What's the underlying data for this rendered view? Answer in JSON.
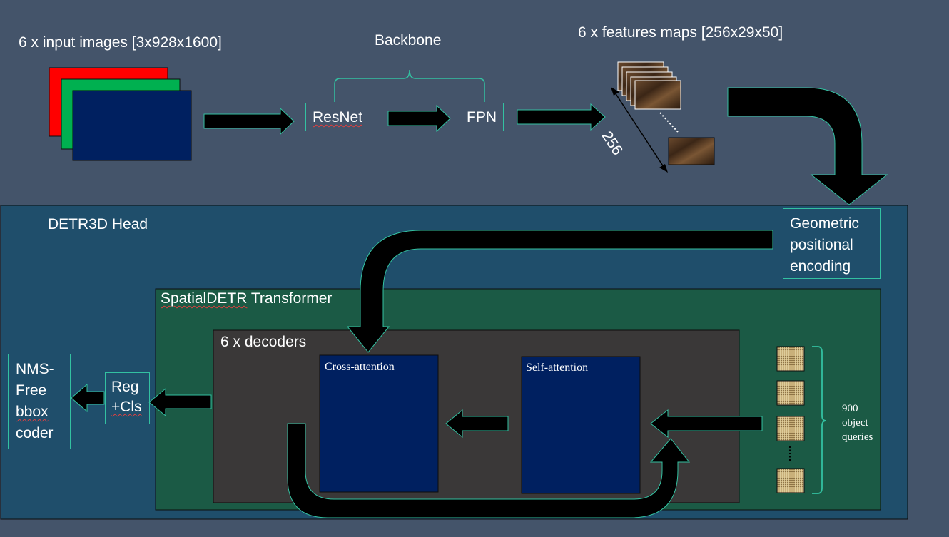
{
  "top": {
    "input_label": "6 x input images [3x928x1600]",
    "backbone_label": "Backbone",
    "resnet_label": "ResNet",
    "fpn_label": "FPN",
    "features_label": "6 x features maps [256x29x50]",
    "depth_label": "256"
  },
  "head": {
    "title": "DETR3D Head",
    "geo_line1": "Geometric",
    "geo_line2": "positional",
    "geo_line3": "encoding"
  },
  "transformer": {
    "title_part1": "SpatialDETR",
    "title_part2": " Transformer",
    "decoders_label": "6 x decoders",
    "cross_attention": "Cross-attention",
    "self_attention": "Self-attention",
    "queries_line1": "900",
    "queries_line2": "object",
    "queries_line3": "queries"
  },
  "output": {
    "reg_line1": "Reg",
    "reg_line2": "+Cls",
    "nms_line1": "NMS-",
    "nms_line2": "Free",
    "nms_line3": "bbox",
    "nms_line4": "coder"
  },
  "colors": {
    "background": "#44546a",
    "head_fill": "#1f4e6b",
    "transformer_fill": "#1b5a45",
    "decoder_fill": "#3a3838",
    "attention_fill": "#002060",
    "outline": "#33c1a1"
  }
}
